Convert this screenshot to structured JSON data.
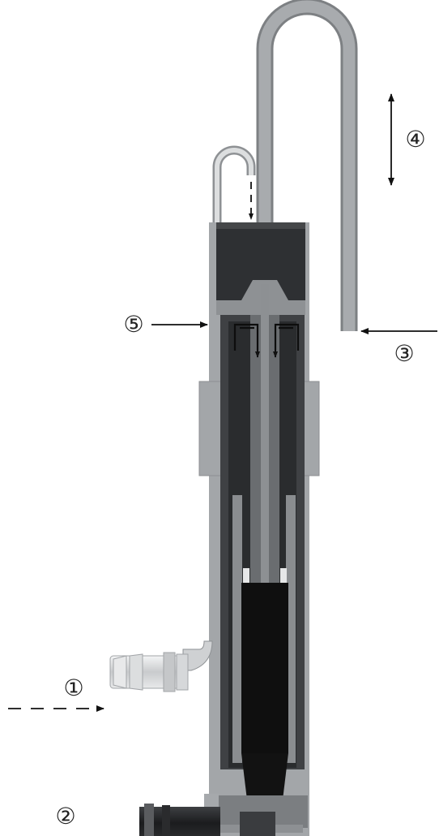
{
  "labels": {
    "l1": "①",
    "l2": "②",
    "l3": "③",
    "l4": "④",
    "l5": "⑤"
  },
  "colors": {
    "tube": "#a3a6a9",
    "tube_dark": "#6c6f72",
    "body_dark": "#3b3d40",
    "body_mid": "#55585b",
    "core": "#141414",
    "light_tube": "#d7d9db",
    "arrow": "#111111"
  },
  "icons": {
    "arrow_in_dashed": "dashed-arrow-right-icon",
    "arrow_out": "arrow-left-icon",
    "arrow_vertical": "double-arrow-vertical-icon"
  }
}
